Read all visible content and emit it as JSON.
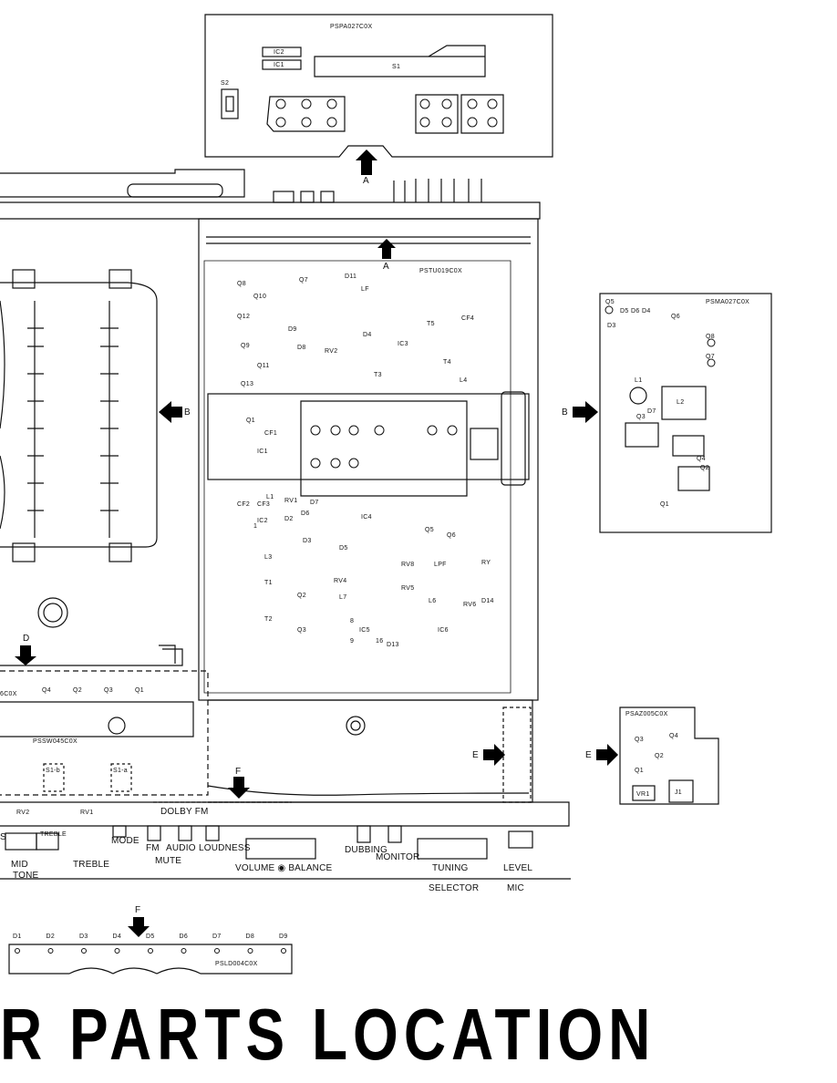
{
  "boards": {
    "pspa": "PSPA027C0X",
    "pstu": "PSTU019C0X",
    "psma": "PSMA027C0X",
    "psaz": "PSAZ005C0X",
    "psld": "PSLD004C0X",
    "pssw": "PSSW045C0X",
    "left_partial": "6C0X"
  },
  "arrows": {
    "a1": "A",
    "a2": "A",
    "b1": "B",
    "b2": "B",
    "d": "D",
    "e1": "E",
    "e2": "E",
    "f1": "F",
    "f2": "F"
  },
  "pspa_parts": {
    "ic2": "IC2",
    "ic1": "IC1",
    "s1": "S1",
    "s2": "S2"
  },
  "pstu_parts": {
    "q8": "Q8",
    "q10": "Q10",
    "q12": "Q12",
    "q7": "Q7",
    "d11": "D11",
    "lf": "LF",
    "d9": "D9",
    "d8": "D8",
    "q9": "Q9",
    "q11": "Q11",
    "q13": "Q13",
    "rv2": "RV2",
    "d4": "D4",
    "ic3": "IC3",
    "t5": "T5",
    "cf4": "CF4",
    "t3": "T3",
    "t4": "T4",
    "l4": "L4",
    "q1": "Q1",
    "cf1": "CF1",
    "ic1": "IC1",
    "l1": "L1",
    "cf2": "CF2",
    "cf3": "CF3",
    "rv1": "RV1",
    "d7": "D7",
    "d6": "D6",
    "d2": "D2",
    "ic2": "IC2",
    "ic4": "IC4",
    "d3": "D3",
    "l3": "L3",
    "d5": "D5",
    "q5": "Q5",
    "q6": "Q6",
    "rv4": "RV4",
    "rv8": "RV8",
    "lpf": "LPF",
    "ry": "RY",
    "rv5": "RV5",
    "rv6": "RV6",
    "d14": "D14",
    "t1": "T1",
    "t2": "T2",
    "q2": "Q2",
    "q3": "Q3",
    "l7": "L7",
    "l6": "L6",
    "ic5": "IC5",
    "ic6": "IC6",
    "d13": "D13",
    "p16": "16",
    "p8": "8",
    "p9": "9",
    "p1": "1"
  },
  "psma_parts": {
    "q5": "Q5",
    "d5": "D5",
    "d6": "D6",
    "d4": "D4",
    "d3": "D3",
    "q6": "Q6",
    "q8": "Q8",
    "q7": "Q7",
    "l1": "L1",
    "d7": "D7",
    "l2": "L2",
    "q3": "Q3",
    "q4": "Q4",
    "q2": "Q2",
    "q1": "Q1"
  },
  "psaz_parts": {
    "q3": "Q3",
    "q4": "Q4",
    "q2": "Q2",
    "q1": "Q1",
    "vr1": "VR1",
    "j1": "J1"
  },
  "left_parts": {
    "q4": "Q4",
    "q2": "Q2",
    "q3": "Q3",
    "q1": "Q1",
    "s1b": "S1-b",
    "s1a": "S1-a"
  },
  "front_panel": {
    "rv2": "RV2",
    "rv1": "RV1",
    "dolby_fm": "DOLBY FM",
    "s": "S",
    "treble_top": "TREBLE",
    "mode": "MODE",
    "fm": "FM",
    "audio": "AUDIO",
    "loudness": "LOUDNESS",
    "mute": "MUTE",
    "mid": "MID",
    "treble": "TREBLE",
    "tone": "TONE",
    "volume_balance": "VOLUME ◉ BALANCE",
    "dubbing": "DUBBING",
    "monitor": "MONITOR",
    "tuning": "TUNING",
    "selector": "SELECTOR",
    "level": "LEVEL",
    "mic": "MIC"
  },
  "led_labels": [
    "D1",
    "D2",
    "D3",
    "D4",
    "D5",
    "D6",
    "D7",
    "D8",
    "D9"
  ],
  "title": "R PARTS LOCATION"
}
